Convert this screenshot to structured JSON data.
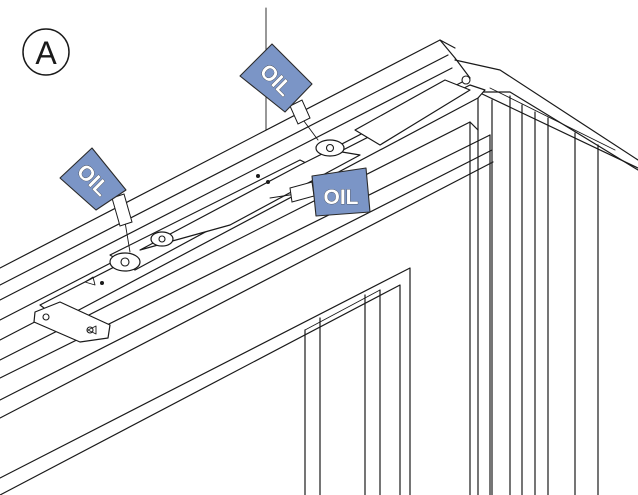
{
  "figure": {
    "label": "A",
    "oil_tags": [
      {
        "text": "OIL"
      },
      {
        "text": "OIL"
      },
      {
        "text": "OIL"
      }
    ]
  }
}
